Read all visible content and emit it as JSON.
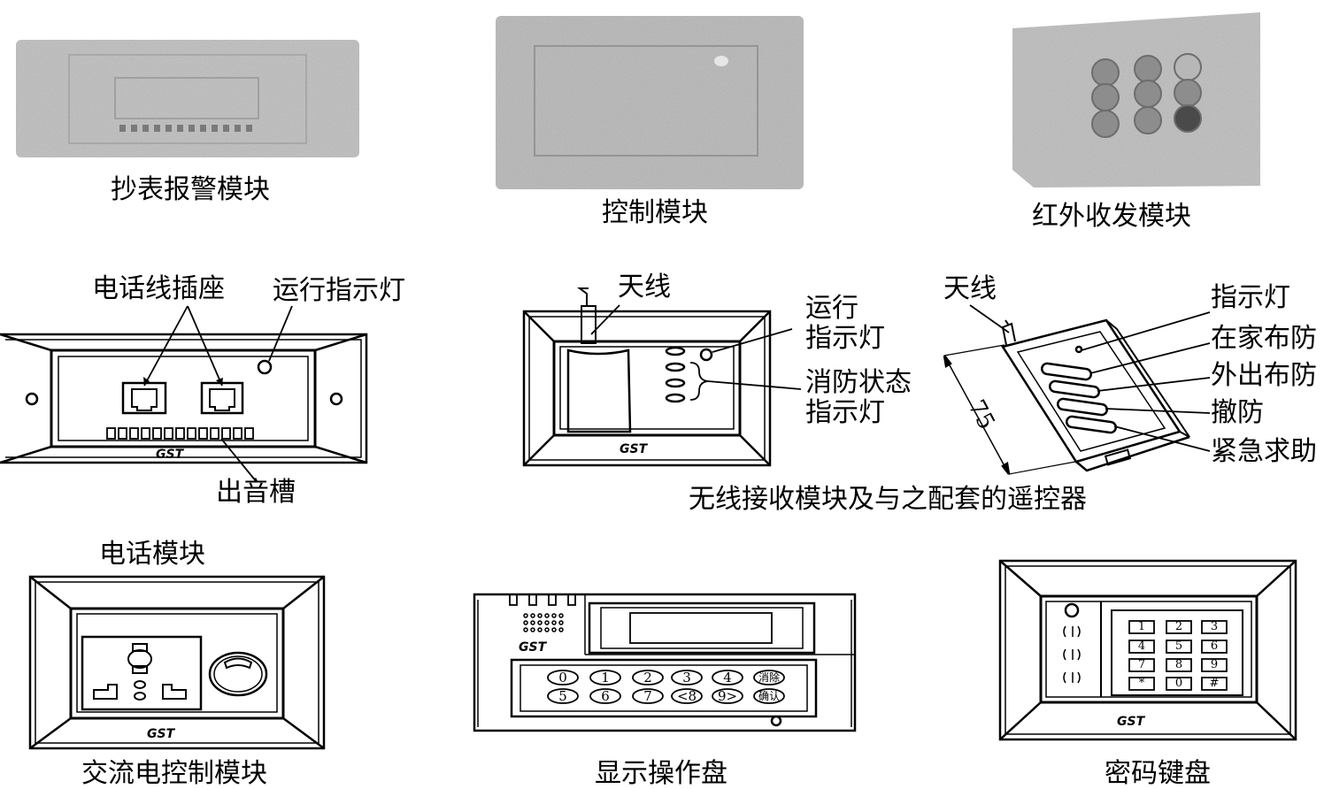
{
  "captions": {
    "meter_alarm": "抄表报警模块",
    "control": "控制模块",
    "infrared": "红外收发模块",
    "telephone": "电话模块",
    "wireless": "无线接收模块及与之配套的遥控器",
    "ac_control": "交流电控制模块",
    "display_panel": "显示操作盘",
    "password_keypad": "密码键盘"
  },
  "callouts": {
    "phone_jack": "电话线插座",
    "run_light": "运行指示灯",
    "sound_slot": "出音槽",
    "antenna": "天线",
    "run_light_line1": "运行",
    "run_light_line2": "指示灯",
    "fire_light_line1": "消防状态",
    "fire_light_line2": "指示灯",
    "remote_antenna": "天线",
    "indicator": "指示灯",
    "home_arm": "在家布防",
    "away_arm": "外出布防",
    "disarm": "撤防",
    "emergency": "紧急求助",
    "dimension": "75"
  },
  "brand": "GST",
  "display_keys": {
    "row1": [
      "0",
      "1",
      "2",
      "3",
      "4",
      "消除"
    ],
    "row2": [
      "5",
      "6",
      "7",
      "<8",
      "9>",
      "确认"
    ]
  },
  "password_keys": [
    "1",
    "2",
    "3",
    "4",
    "5",
    "6",
    "7",
    "8",
    "9",
    "*",
    "0",
    "#"
  ]
}
